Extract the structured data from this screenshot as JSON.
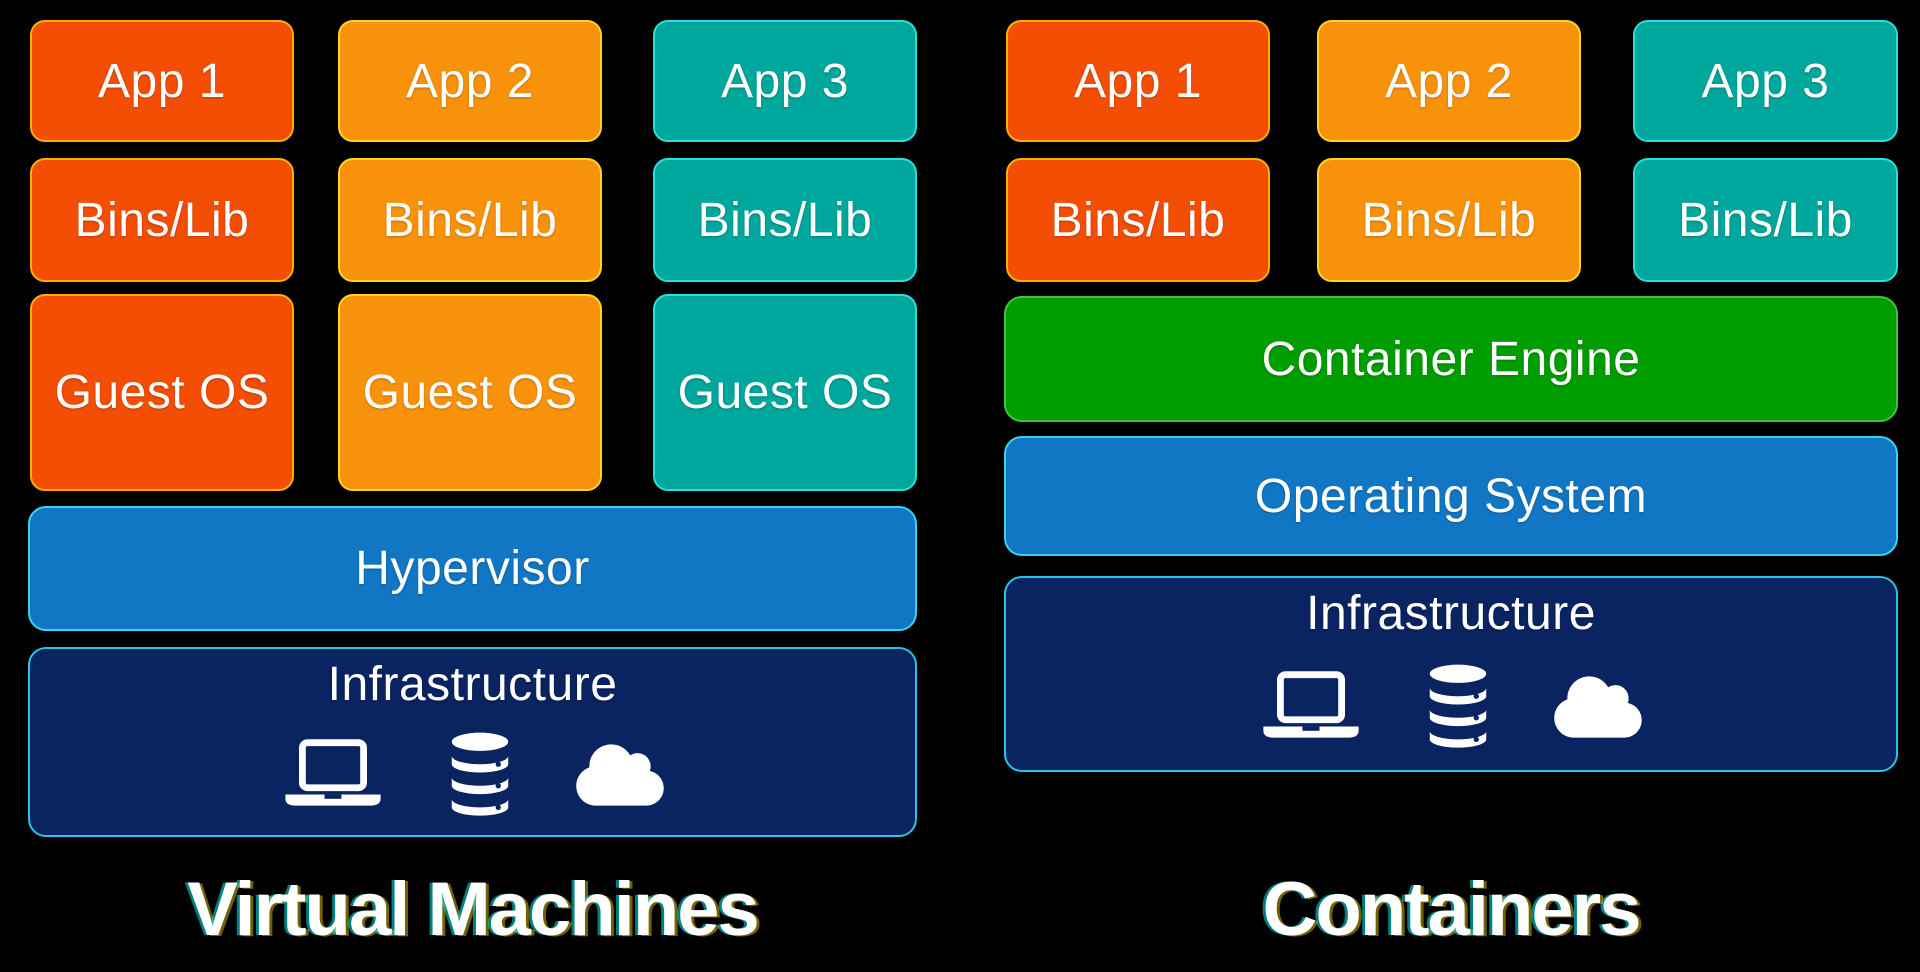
{
  "colors": {
    "background": "#000000",
    "app1": {
      "fill": "#F44E05",
      "border": "#FFAE00"
    },
    "app2": {
      "fill": "#F9920B",
      "border": "#FFD426"
    },
    "app3": {
      "fill": "#00A79C",
      "border": "#27E0D8"
    },
    "blue_bar": {
      "fill": "#1177C4",
      "border": "#3BD2F0"
    },
    "green_bar": {
      "fill": "#009D00",
      "border": "#3DC53D"
    },
    "navy_bar": {
      "fill": "#0A2462",
      "border": "#2AC3E8"
    }
  },
  "vm": {
    "title": "Virtual Machines",
    "columns": [
      {
        "name": "app1",
        "cells": [
          "App 1",
          "Bins/Lib",
          "Guest OS"
        ]
      },
      {
        "name": "app2",
        "cells": [
          "App 2",
          "Bins/Lib",
          "Guest OS"
        ]
      },
      {
        "name": "app3",
        "cells": [
          "App 3",
          "Bins/Lib",
          "Guest OS"
        ]
      }
    ],
    "bars": {
      "hypervisor": "Hypervisor",
      "infrastructure": "Infrastructure"
    }
  },
  "containers": {
    "title": "Containers",
    "columns": [
      {
        "name": "app1",
        "cells": [
          "App 1",
          "Bins/Lib"
        ]
      },
      {
        "name": "app2",
        "cells": [
          "App 2",
          "Bins/Lib"
        ]
      },
      {
        "name": "app3",
        "cells": [
          "App 3",
          "Bins/Lib"
        ]
      }
    ],
    "bars": {
      "engine": "Container Engine",
      "os": "Operating System",
      "infrastructure": "Infrastructure"
    }
  },
  "icons": {
    "laptop": "laptop-icon",
    "database": "database-icon",
    "cloud": "cloud-icon"
  }
}
